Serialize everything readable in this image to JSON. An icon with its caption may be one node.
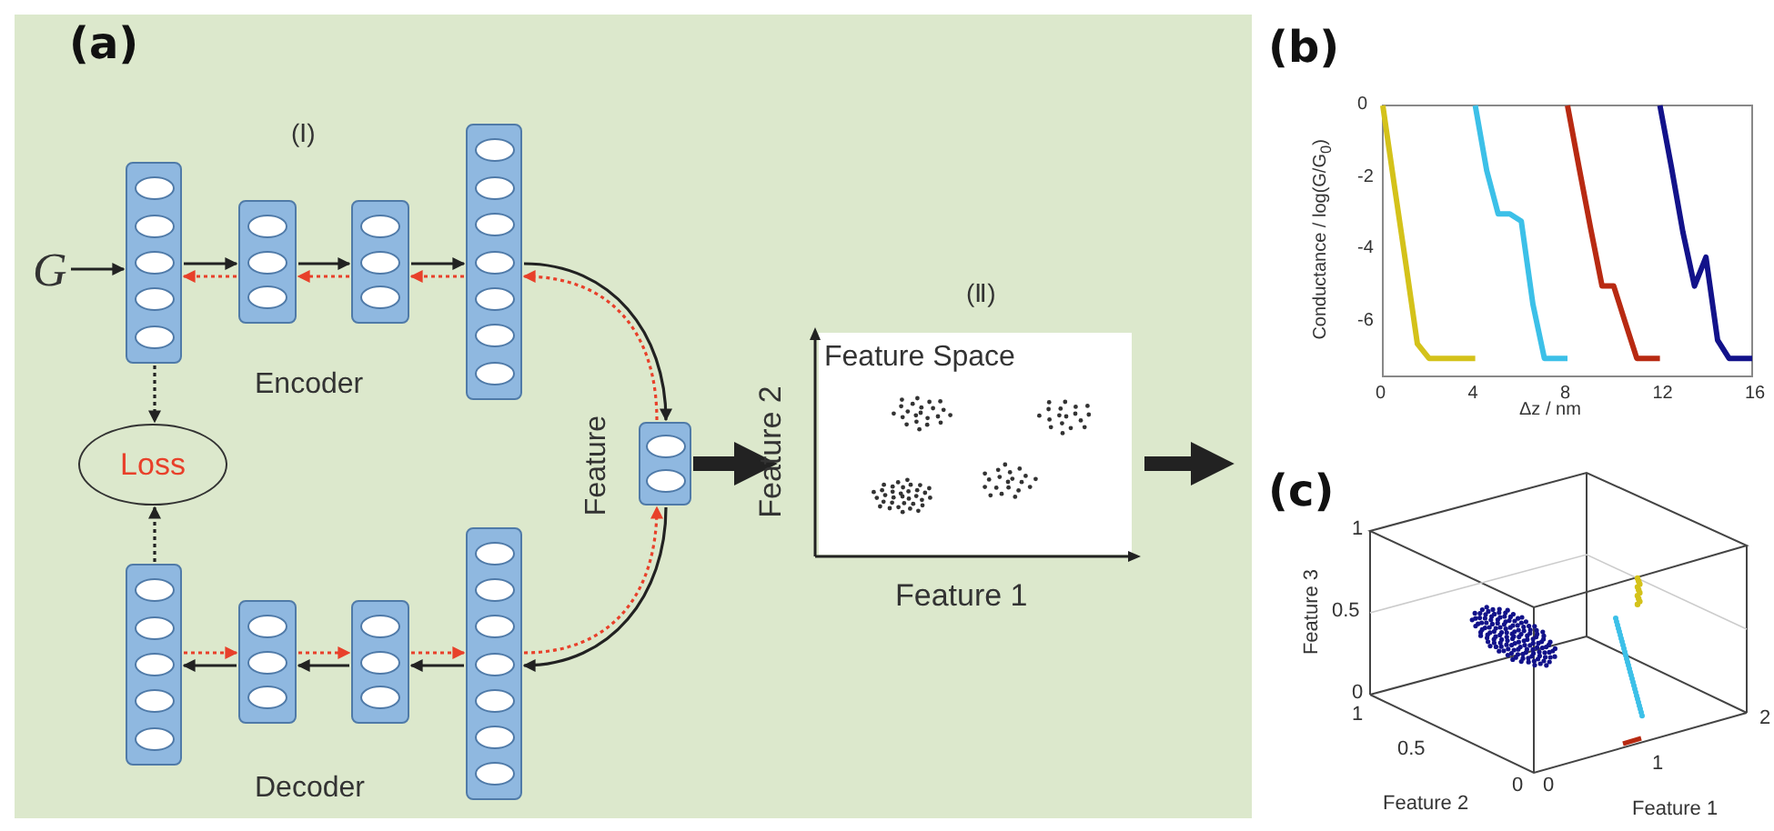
{
  "diagram": {
    "nodes": [
      {
        "text": [
          "G"
        ]
      },
      {
        "text": [],
        "shape": "box"
      },
      {
        "text": [],
        "shape": "box"
      },
      {
        "text": [],
        "shape": "box"
      },
      {
        "text": [],
        "shape": "box"
      },
      {
        "text": [
          "Feature"
        ]
      },
      {
        "text": [],
        "shape": "box"
      },
      {
        "text": [],
        "shape": "box"
      },
      {
        "text": [],
        "shape": "box"
      },
      {
        "text": [],
        "shape": "box"
      },
      {
        "text": [
          "Loss"
        ]
      },
      {
        "text": [
          "Feature Space"
        ],
        "beside": [
          "Feature 2",
          "Feature 1"
        ]
      }
    ],
    "edges": [
      {
        "from": 0,
        "to": 1,
        "arrow": "to"
      },
      {
        "from": 1,
        "to": 2,
        "arrow": "to"
      },
      {
        "from": 2,
        "to": 3,
        "arrow": "to"
      },
      {
        "from": 3,
        "to": 4,
        "arrow": "to"
      },
      {
        "from": 2,
        "to": 1,
        "arrow": "to",
        "style": "dashed",
        "color": "#e8402a"
      },
      {
        "from": 3,
        "to": 2,
        "arrow": "to",
        "style": "dashed",
        "color": "#e8402a"
      },
      {
        "from": 4,
        "to": 3,
        "arrow": "to",
        "style": "dashed",
        "color": "#e8402a"
      },
      {
        "from": 4,
        "to": 5,
        "arrow": "to"
      },
      {
        "from": 5,
        "to": 4,
        "arrow": "to",
        "style": "dashed",
        "color": "#e8402a"
      },
      {
        "from": 5,
        "to": 6,
        "arrow": "to"
      },
      {
        "from": 6,
        "to": 5,
        "arrow": "to",
        "style": "dashed",
        "color": "#e8402a"
      },
      {
        "from": 6,
        "to": 7,
        "arrow": "to"
      },
      {
        "from": 7,
        "to": 8,
        "arrow": "to"
      },
      {
        "from": 8,
        "to": 9,
        "arrow": "to"
      },
      {
        "from": 9,
        "to": 8,
        "arrow": "to",
        "style": "dashed",
        "color": "#e8402a"
      },
      {
        "from": 8,
        "to": 7,
        "arrow": "to",
        "style": "dashed",
        "color": "#e8402a"
      },
      {
        "from": 7,
        "to": 6,
        "arrow": "to",
        "style": "dashed",
        "color": "#e8402a"
      },
      {
        "from": 1,
        "to": 10,
        "arrow": "to",
        "style": "dashed"
      },
      {
        "from": 9,
        "to": 10,
        "arrow": "to",
        "style": "dashed"
      },
      {
        "from": 5,
        "to": 11,
        "arrow": "to",
        "style": "thick"
      },
      {
        "from": 11,
        "to": null,
        "arrow": "to",
        "style": "thick"
      }
    ],
    "labels": [
      "(a)",
      "(Ⅰ)",
      "Encoder",
      "Decoder",
      "(Ⅱ)",
      "(b)",
      "(c)",
      "1",
      "Feature 3",
      "0.5",
      "0",
      "1",
      "0.5",
      "0",
      "0",
      "1",
      "2",
      "Feature 2",
      "Feature 1"
    ],
    "chart_data": {
      "type": "line",
      "xlabel": "Δz / nm",
      "ylabel": "Conductance / log(G/G$_{0}$)",
      "x": [
        0,
        0.5,
        1,
        1.5,
        2,
        2.5,
        3,
        3.5,
        4,
        4.5,
        5,
        5.5,
        6,
        6.5,
        7,
        7.5,
        8,
        8.5,
        9,
        9.5,
        10,
        10.5,
        11,
        11.5,
        12,
        12.5,
        13,
        13.5,
        14,
        14.5,
        15,
        15.5,
        16
      ],
      "series": [
        {
          "color": "#d4c21a",
          "values": [
            0,
            -2.2,
            -4.4,
            -6.6,
            -7,
            -7,
            -7,
            -7,
            -7,
            null,
            null,
            null,
            null,
            null,
            null,
            null,
            null,
            null,
            null,
            null,
            null,
            null,
            null,
            null,
            null,
            null,
            null,
            null,
            null,
            null,
            null,
            null,
            null
          ]
        },
        {
          "color": "#3cc0e8",
          "values": [
            null,
            null,
            null,
            null,
            null,
            null,
            null,
            null,
            0,
            -1.8,
            -3,
            -3,
            -3.2,
            -5.5,
            -7,
            -7,
            -7,
            null,
            null,
            null,
            null,
            null,
            null,
            null,
            null,
            null,
            null,
            null,
            null,
            null,
            null,
            null,
            null
          ]
        },
        {
          "color": "#b82a12",
          "values": [
            null,
            null,
            null,
            null,
            null,
            null,
            null,
            null,
            null,
            null,
            null,
            null,
            null,
            null,
            null,
            null,
            0,
            -1.7,
            -3.4,
            -5,
            -5,
            -6,
            -7,
            -7,
            -7,
            null,
            null,
            null,
            null,
            null,
            null,
            null,
            null
          ]
        },
        {
          "color": "#12128a",
          "values": [
            null,
            null,
            null,
            null,
            null,
            null,
            null,
            null,
            null,
            null,
            null,
            null,
            null,
            null,
            null,
            null,
            null,
            null,
            null,
            null,
            null,
            null,
            null,
            null,
            0,
            -1.7,
            -3.5,
            -5,
            -4.2,
            -6.5,
            -7,
            -7,
            -7
          ]
        }
      ],
      "xlim": [
        0,
        16
      ],
      "ylim": [
        -7.5,
        0
      ],
      "xticks": [
        0,
        4,
        8,
        12,
        16
      ],
      "yticks": [
        0,
        -2,
        -4,
        -6
      ]
    }
  }
}
